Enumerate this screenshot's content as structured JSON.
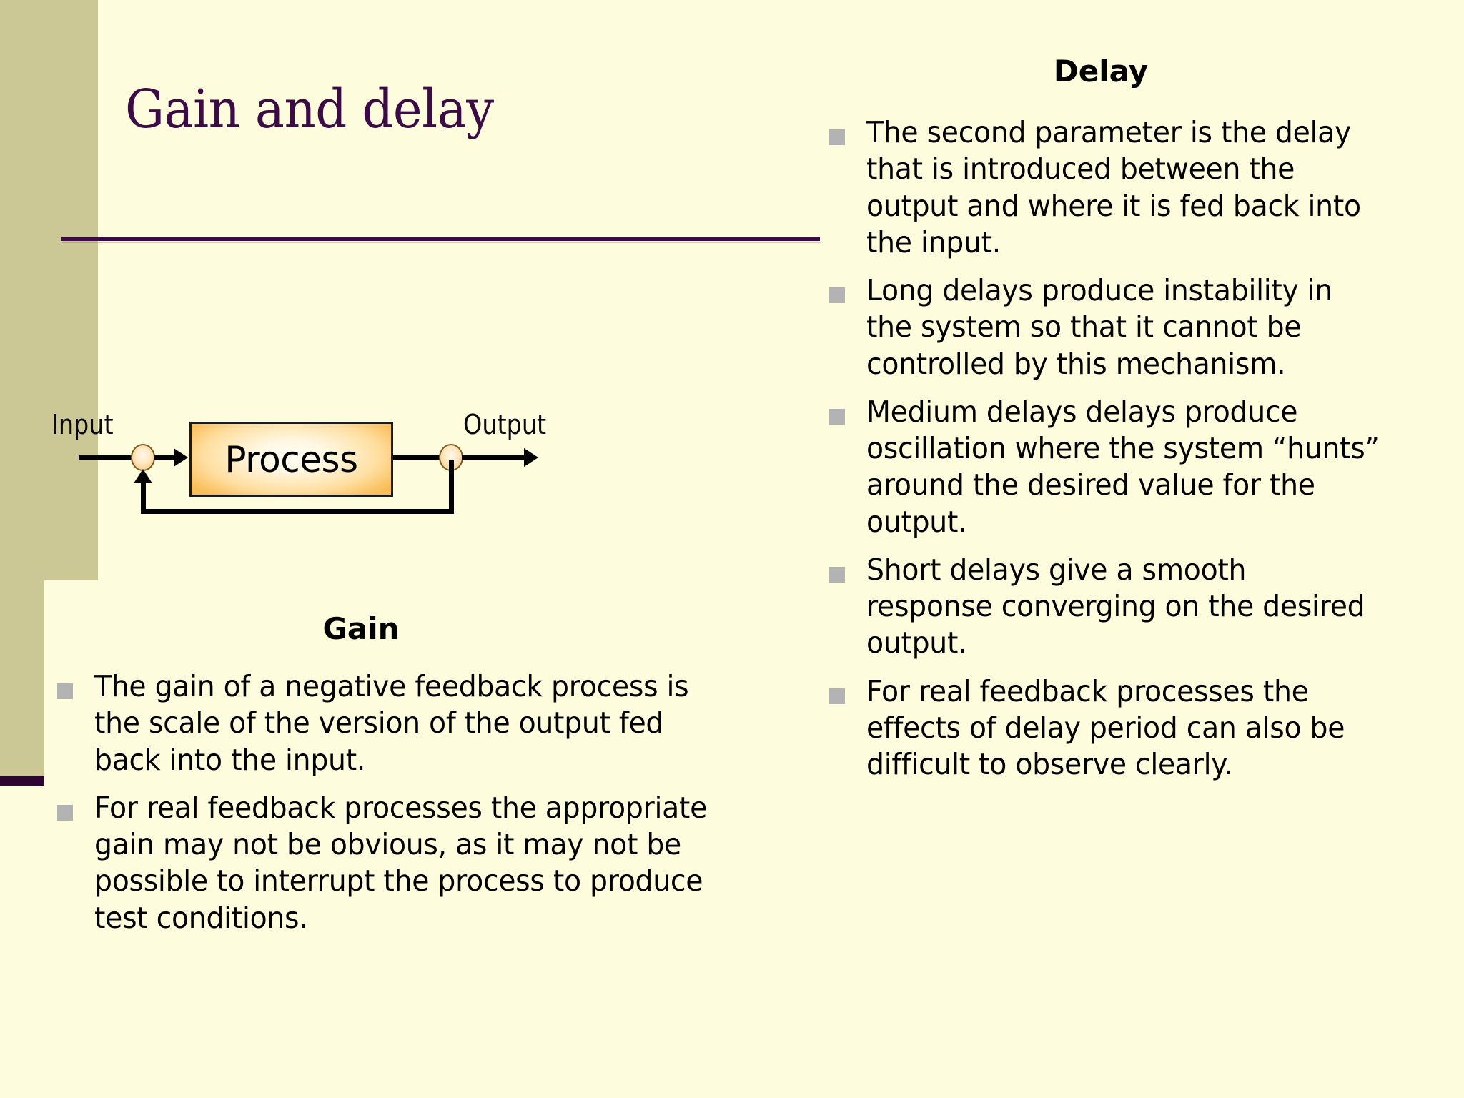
{
  "slide": {
    "title": "Gain and delay",
    "background_color": "#fdfcdc",
    "band_color": "#cbc895",
    "accent_color": "#3c0b46",
    "bullet_marker_color": "#b3b3b3"
  },
  "diagram": {
    "input_label": "Input",
    "output_label": "Output",
    "process_label": "Process"
  },
  "gain": {
    "heading": "Gain",
    "bullets": [
      "The gain of a negative feedback process is the scale of the version of the output fed back into the input.",
      "For real feedback processes the appropriate gain may not be obvious, as it may not be possible to interrupt the process to produce test conditions."
    ]
  },
  "delay": {
    "heading": "Delay",
    "bullets": [
      "The second parameter is the delay that is introduced between the output and where it is fed back into the input.",
      "Long delays produce instability in the system so that it cannot be controlled by this mechanism.",
      "Medium delays delays produce oscillation where the system “hunts” around the desired value for the output.",
      "Short delays give a smooth response converging on the desired output.",
      "For real feedback processes the effects of delay period can also be difficult to observe clearly."
    ]
  }
}
